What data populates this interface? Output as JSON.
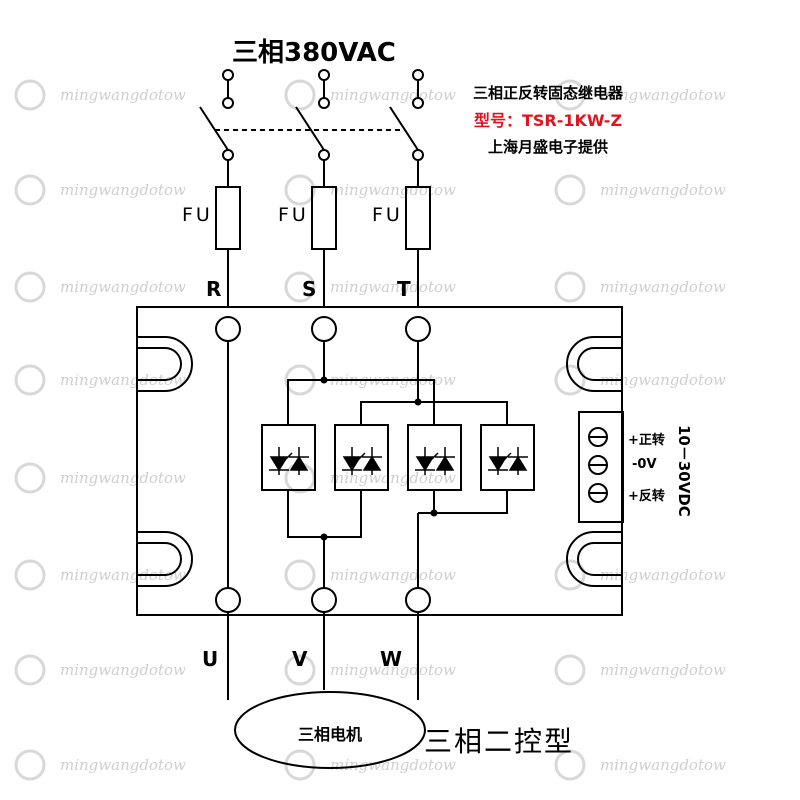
{
  "title": "三相380VAC",
  "product": {
    "line1": "三相正反转固态继电器",
    "model": "型号：TSR-1KW-Z",
    "supplier": "上海月盛电子提供"
  },
  "fuse_label": "FU",
  "inputs": [
    "R",
    "S",
    "T"
  ],
  "outputs": [
    "U",
    "V",
    "W"
  ],
  "control_terminals": [
    "+正转",
    "-0V",
    "+反转"
  ],
  "control_voltage": "10－30VDC",
  "motor_label": "三相电机",
  "type_label": "三相二控型",
  "watermark_text": "mingwangdotow",
  "colors": {
    "line": "#000000",
    "model_text": "#e0141e",
    "watermark": "#cfcfcf"
  }
}
